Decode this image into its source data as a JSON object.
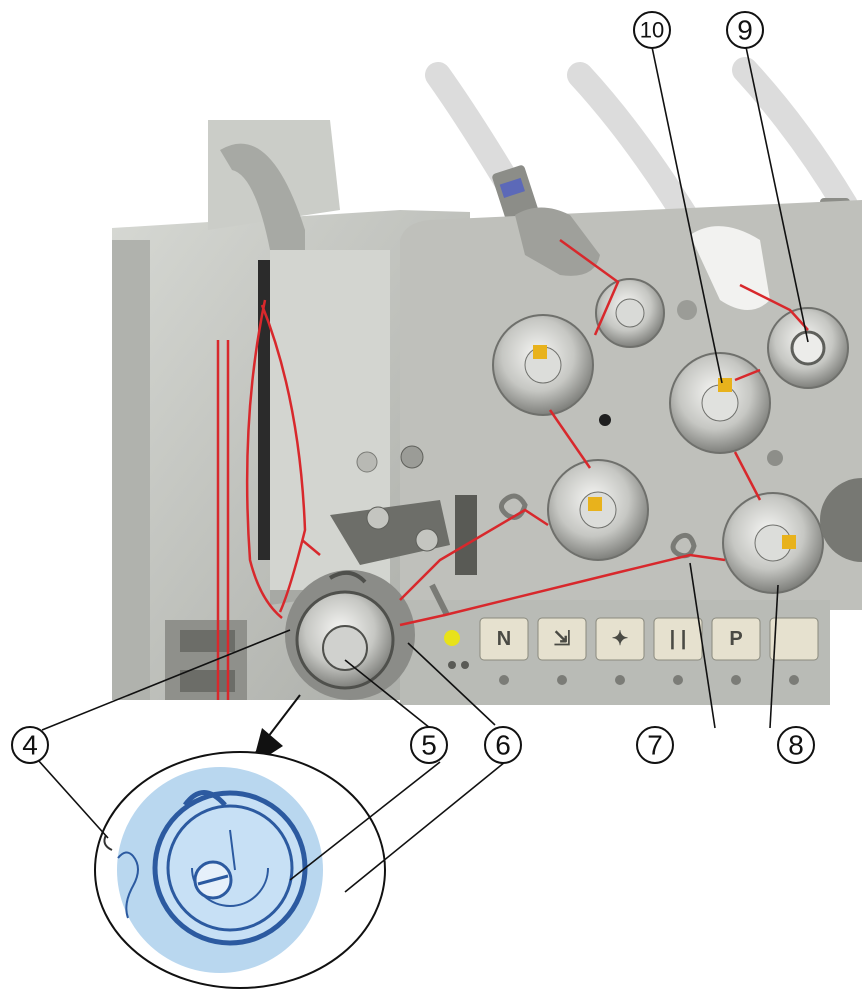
{
  "callouts": [
    {
      "id": "4",
      "label": "4"
    },
    {
      "id": "5",
      "label": "5"
    },
    {
      "id": "6",
      "label": "6"
    },
    {
      "id": "7",
      "label": "7"
    },
    {
      "id": "8",
      "label": "8"
    },
    {
      "id": "9",
      "label": "9"
    },
    {
      "id": "10",
      "label": "10"
    }
  ],
  "keypad_buttons": [
    "N",
    "⇲",
    "✦",
    "| |",
    "P",
    ""
  ],
  "colors": {
    "thread": "#d8282c",
    "machine_body": "#c9cbc6",
    "panel": "#bfc0bb",
    "detail_fill": "#b9d7ef",
    "detail_stroke": "#2c5aa0",
    "led": "#e8e21a"
  },
  "icons": [
    "bobbin-case-icon",
    "tension-disc-icon",
    "thread-guide-icon"
  ]
}
